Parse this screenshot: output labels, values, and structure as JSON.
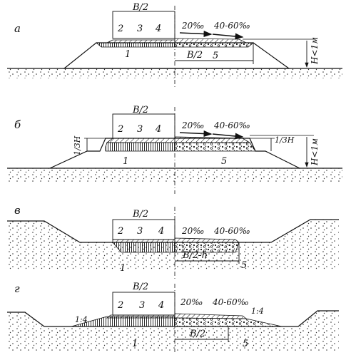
{
  "colors": {
    "ink": "#111111",
    "paper": "#ffffff",
    "soil": "#333333"
  },
  "panels": [
    {
      "letter": "а",
      "dim_top": "B/2",
      "num1": "1",
      "num2": "2",
      "num3": "3",
      "num4": "4",
      "num5": "5",
      "slope1": "20‰",
      "slope2": "40-60‰",
      "dim_bottom": "B/2",
      "height": "H<1м"
    },
    {
      "letter": "б",
      "dim_top": "B/2",
      "num1": "1",
      "num2": "2",
      "num3": "3",
      "num4": "4",
      "num5": "5",
      "slope1": "20‰",
      "slope2": "40-60‰",
      "left_side": "1/3H",
      "right_side": "1/3H",
      "height": "H<1м"
    },
    {
      "letter": "в",
      "dim_top": "B/2",
      "num1": "1",
      "num2": "2",
      "num3": "3",
      "num4": "4",
      "num5": "5",
      "slope1": "20‰",
      "slope2": "40-60‰",
      "dim_bottom": "B/2-h"
    },
    {
      "letter": "г",
      "dim_top": "B/2",
      "num1": "1",
      "num2": "2",
      "num3": "3",
      "num4": "4",
      "num5": "5",
      "slope1": "20‰",
      "slope2": "40-60‰",
      "ratio_left": "1:4",
      "ratio_right": "1:4",
      "dim_bottom": "B/2"
    }
  ]
}
